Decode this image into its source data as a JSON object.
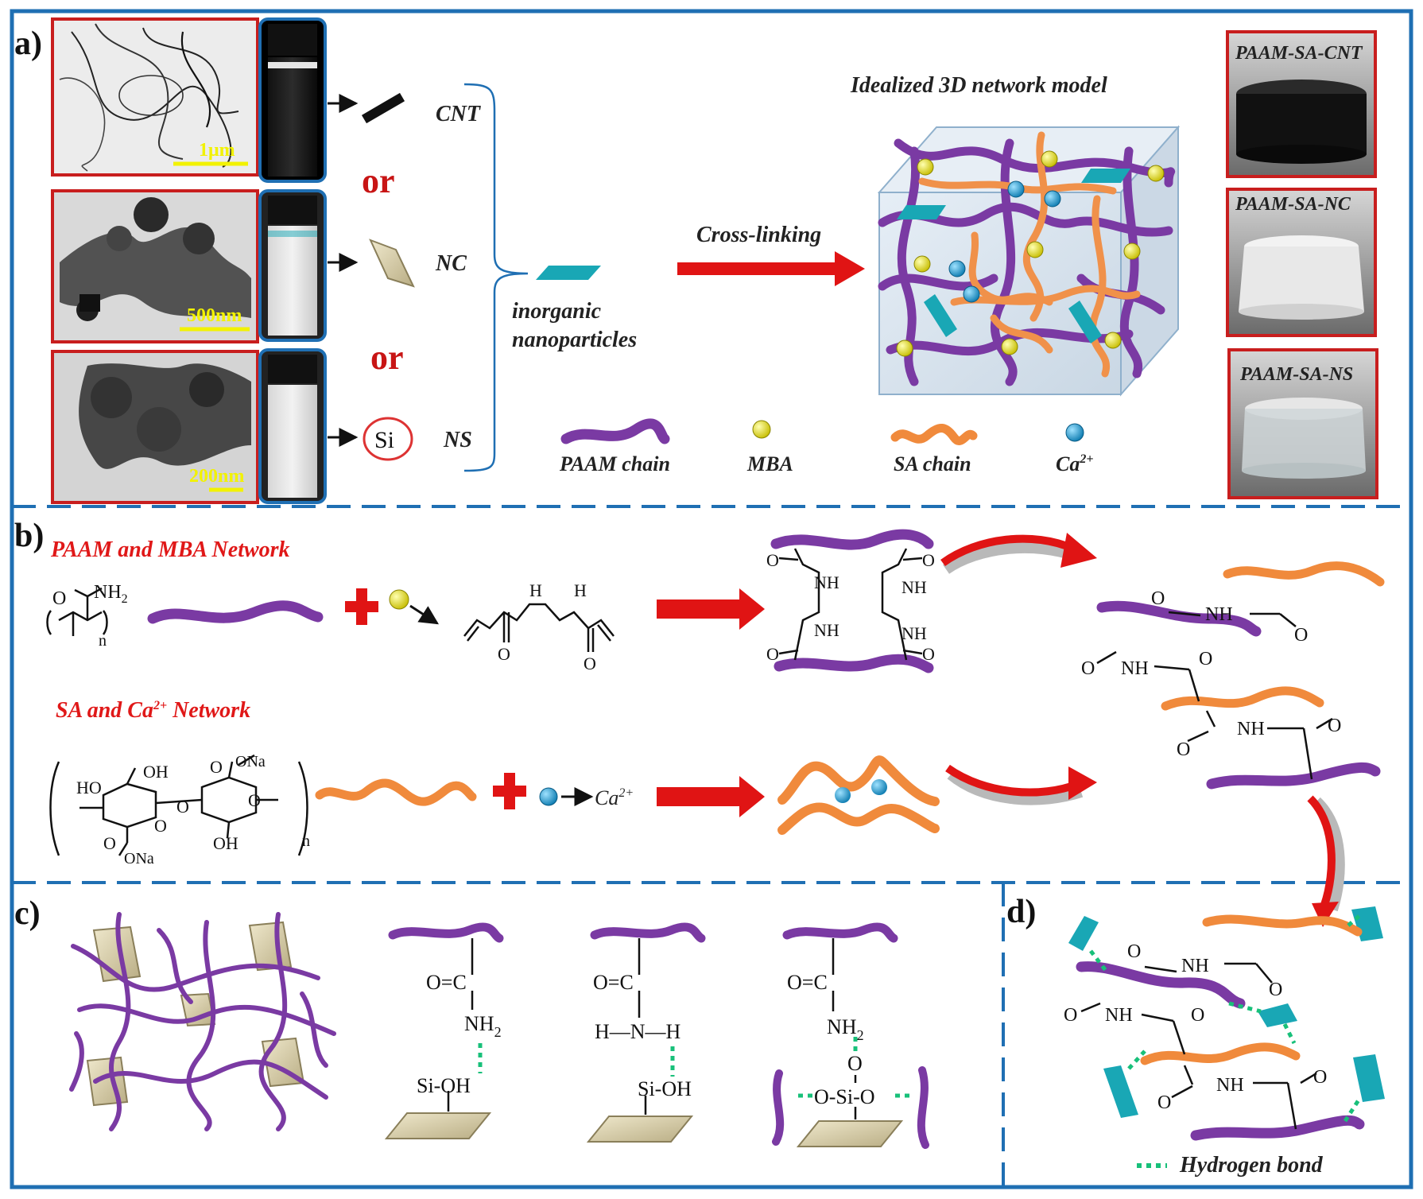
{
  "panels": {
    "a": "a)",
    "b": "b)",
    "c": "c)",
    "d": "d)"
  },
  "panel_a": {
    "scale_bars": [
      "1μm",
      "500nm",
      "200nm"
    ],
    "or_labels": [
      "or",
      "or"
    ],
    "materials": [
      "CNT",
      "NC",
      "NS"
    ],
    "si_label": "Si",
    "inorganic_label_1": "inorganic",
    "inorganic_label_2": "nanoparticles",
    "crosslinking": "Cross-linking",
    "model_title": "Idealized 3D network  model",
    "photo_labels": [
      "PAAM-SA-CNT",
      "PAAM-SA-NC",
      "PAAM-SA-NS"
    ],
    "legend": {
      "paam": "PAAM chain",
      "mba": "MBA",
      "sa": "SA chain",
      "ca": "Ca",
      "ca_sup": "2+"
    }
  },
  "panel_b": {
    "title_1": "PAAM and MBA Network",
    "title_2_pre": "SA  and Ca",
    "title_2_sup": "2+",
    "title_2_post": " Network",
    "nh2": "NH",
    "sub2": "2",
    "n": "n",
    "o": "O",
    "h": "H",
    "nh": "NH",
    "ho": "HO",
    "oh": "OH",
    "ona": "ONa",
    "ca2": "Ca",
    "ca2_sup": "2+"
  },
  "panel_c": {
    "o_eq_c": "O=C",
    "nh2": "NH",
    "sub2": "2",
    "si_oh": "Si-OH",
    "h_n_h": "H—N—H",
    "o": "O",
    "o_si_o": "O-Si-O"
  },
  "panel_d": {
    "nh": "NH",
    "o": "O",
    "hbond": "Hydrogen bond"
  },
  "colors": {
    "frame": "#1f6fb3",
    "paam": "#7a3aa3",
    "sa": "#f08a3c",
    "arrow_red": "#e01414",
    "nano": "#19a7b5",
    "mba": "#e8e21a",
    "ca": "#1a9ad0",
    "hbond": "#18c07a",
    "nc_plate": "#d9cfa9"
  }
}
